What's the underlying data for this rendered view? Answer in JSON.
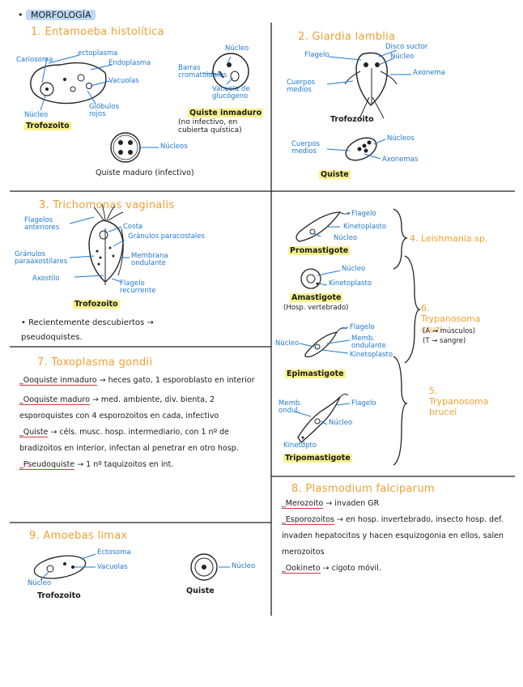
{
  "header": {
    "title": "MORFOLOGÍA"
  },
  "s1": {
    "title": "1. Entamoeba histolítica",
    "labels": {
      "ectoplasma": "ectoplasma",
      "cariosoma": "Cariosoma",
      "endoplasma": "Endoplasma",
      "vacuolas": "Vacuolas",
      "globulos": "Glóbulos rojos",
      "nucleo": "Núcleo",
      "nucleo2": "Núcleo",
      "barras": "Barras cromatoidales",
      "vacuola_glucogeno": "Vacuola de glucógeno",
      "nucleos": "Núcleos"
    },
    "trofozoito": "Trofozoito",
    "quiste_inmaduro": "Quiste inmaduro",
    "quiste_inmaduro_desc": "(no infectivo, en cubierta quística)",
    "quiste_maduro": "Quiste maduro (infectivo)"
  },
  "s2": {
    "title": "2. Giardia lamblia",
    "labels": {
      "flagelo": "Flagelo",
      "disco": "Disco suctor",
      "nucleo": "Núcleo",
      "axonema": "Axonema",
      "cuerpos": "Cuerpos medios",
      "cuerpos2": "Cuerpos medios",
      "nucleos": "Núcleos",
      "axonemas": "Axonemas"
    },
    "trofozoito": "Trofozoito",
    "quiste": "Quiste"
  },
  "s3": {
    "title": "3. Trichomonas vaginalis",
    "labels": {
      "flagelos": "Flagelos anteriores",
      "costa": "Costa",
      "granulos": "Gránulos paracostales",
      "granulos2": "Gránulos paraaxostilares",
      "membrana": "Membrana ondulante",
      "axostilo": "Axostilo",
      "flagelo_rec": "Flagelo recurrente"
    },
    "trofozoito": "Trofozoito",
    "note": "• Recientemente descubiertos → pseudoquistes."
  },
  "s4": {
    "labels": {
      "flagelo": "Flagelo",
      "kinetoplasto": "Kinetoplasto",
      "nucleo": "Núcleo",
      "nucleo2": "Núcleo",
      "kinetoplasto2": "Kinetoplasto",
      "nucleo3": "Núcleo",
      "flagelo3": "Flagelo",
      "membrana": "Memb. ondulante",
      "kinetoplasto3": "Kinetoplasto",
      "memb4": "Memb. ondul.",
      "flagelo4": "Flagelo",
      "nucleo4": "Núcleo",
      "kinetopto": "Kinetopto"
    },
    "promastigote": "Promastigote",
    "amastigote": "Amastigote",
    "amastigote_desc": "(Hosp. vertebrado)",
    "epimastigote": "Epimastigote",
    "tripomastigote": "Tripomastigote",
    "leishmania": "4. Leishmania sp.",
    "cruzi": "6. Trypanosoma cruzi",
    "cruzi_a": "(A → músculos)",
    "cruzi_t": "(T → sangre)",
    "brucei": "5. Trypanosoma brucei"
  },
  "s7": {
    "title": "7. Toxoplasma gondii",
    "lines": [
      {
        "a": "_Ooquiste inmaduro",
        "b": " → heces gato, 1 esporoblasto en interior"
      },
      {
        "a": "_Ooquiste maduro",
        "b": " → med. ambiente, div. bienta, 2 esporoquistes con 4 esporozoitos en cada, infectivo"
      },
      {
        "a": "_Quiste",
        "b": " → céls. musc. hosp. intermediario, con 1 nº de bradizoitos en interior, infectan al penetrar en otro hosp."
      },
      {
        "a": "_Pseudoquiste",
        "b": " → 1 nº taquizoitos en int."
      }
    ]
  },
  "s8": {
    "title": "8. Plasmodium falciparum",
    "l1a": "_Merozoito",
    "l1b": " → invaden GR",
    "l2a": "_Esporozoitos",
    "l2b": " → en hosp. invertebrado, insecto hosp. def. invaden hepatocitos y hacen esquizogonia en ellos, salen merozoitos",
    "l3a": "_Ookineto",
    "l3b": " → cigoto móvil."
  },
  "s9": {
    "title": "9. Amoebas limax",
    "labels": {
      "ectosoma": "Ectosoma",
      "vacuolas": "Vacuolas",
      "nucleo": "Núcleo",
      "nucleo2": "Núcleo"
    },
    "trofozoito": "Trofozoito",
    "quiste": "Quiste"
  }
}
